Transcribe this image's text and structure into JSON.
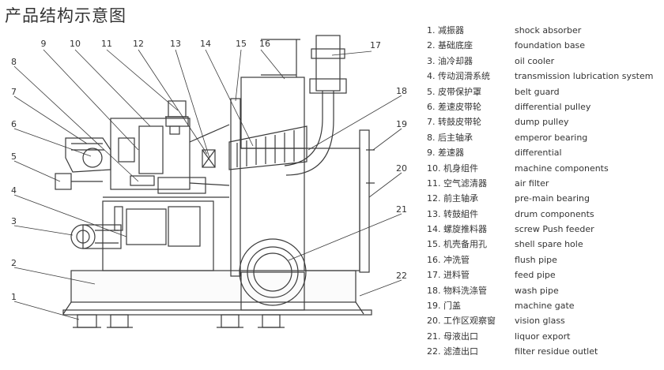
{
  "title": "产品结构示意图",
  "callouts": [
    "1",
    "2",
    "3",
    "4",
    "5",
    "6",
    "7",
    "8",
    "9",
    "10",
    "11",
    "12",
    "13",
    "14",
    "15",
    "16",
    "17",
    "18",
    "19",
    "20",
    "21",
    "22"
  ],
  "legend": [
    {
      "zh": "1. 减振器",
      "en": "shock absorber"
    },
    {
      "zh": "2. 基础底座",
      "en": "foundation base"
    },
    {
      "zh": "3. 油冷却器",
      "en": "oil cooler"
    },
    {
      "zh": "4. 传动润滑系统",
      "en": "transmission lubrication system"
    },
    {
      "zh": "5. 皮带保护罩",
      "en": "belt guard"
    },
    {
      "zh": "6. 差速皮带轮",
      "en": "differential pulley"
    },
    {
      "zh": "7. 转鼓皮带轮",
      "en": "dump pulley"
    },
    {
      "zh": "8. 后主轴承",
      "en": "emperor bearing"
    },
    {
      "zh": "9. 差速器",
      "en": "differential"
    },
    {
      "zh": "10. 机身组件",
      "en": "machine components"
    },
    {
      "zh": "11. 空气滤清器",
      "en": "air filter"
    },
    {
      "zh": "12. 前主轴承",
      "en": "pre-main bearing"
    },
    {
      "zh": "13. 转鼓組件",
      "en": "drum components"
    },
    {
      "zh": "14. 螺旋推料器",
      "en": "screw Push feeder"
    },
    {
      "zh": "15. 机壳备用孔",
      "en": "shell spare hole"
    },
    {
      "zh": "16. 冲洗管",
      "en": "flush pipe"
    },
    {
      "zh": "17. 进料管",
      "en": "feed pipe"
    },
    {
      "zh": "18. 物料洗涤管",
      "en": "wash pipe"
    },
    {
      "zh": "19. 门盖",
      "en": "machine gate"
    },
    {
      "zh": "20. 工作区观察窗",
      "en": "vision glass"
    },
    {
      "zh": "21. 母液出口",
      "en": "liquor export"
    },
    {
      "zh": "22. 滤渣出口",
      "en": "filter residue outlet"
    }
  ]
}
